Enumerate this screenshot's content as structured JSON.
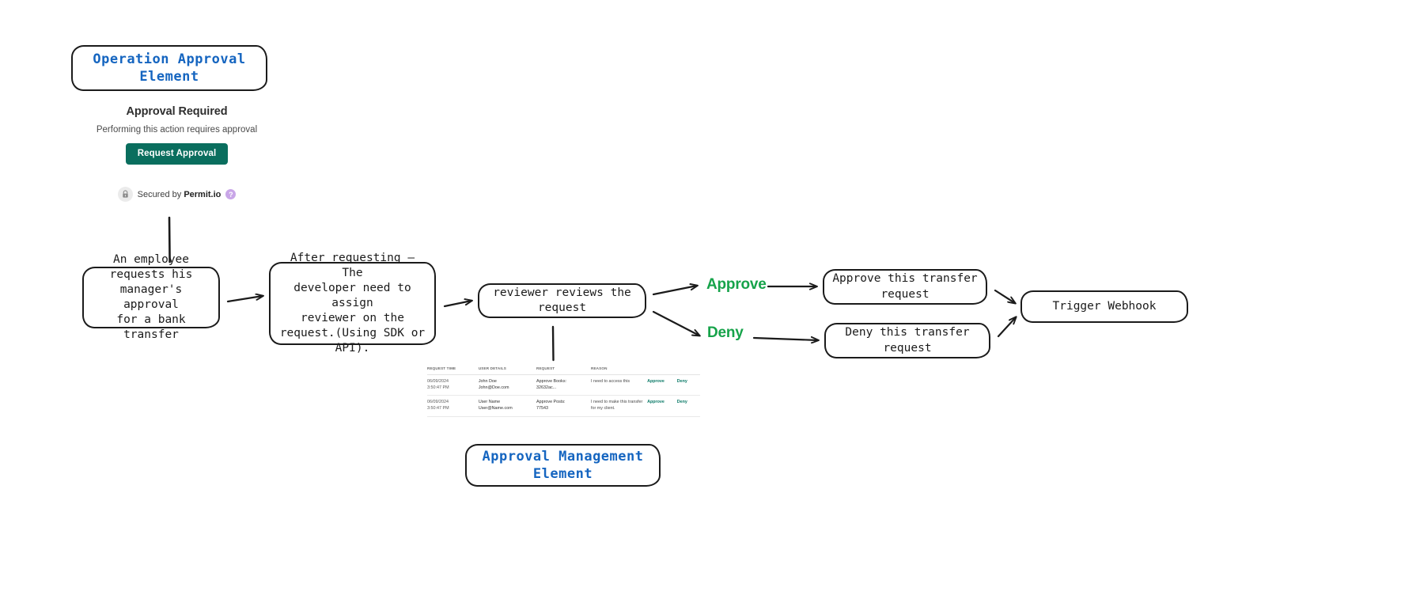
{
  "diagram": {
    "element_labels": {
      "operation": "Operation Approval Element",
      "approval_management": "Approval Management Element"
    },
    "accent_colors": {
      "element_label_blue": "#1565c0",
      "button_teal": "#0a6e5e",
      "branch_green": "#16a34a",
      "table_link_teal": "#0f7c6a",
      "help_badge_purple": "#c9a6e8",
      "stroke_black": "#1b1b1b"
    },
    "nodes": {
      "employee": "An employee\nrequests his\nmanager's approval\nfor a bank transfer",
      "after_request": "After requesting – The\ndeveloper need to assign\nreviewer on the\nrequest.(Using SDK or\nAPI).",
      "reviewer": "reviewer reviews the\nrequest",
      "approve_transfer": "Approve this transfer\nrequest",
      "deny_transfer": "Deny this transfer\nrequest",
      "webhook": "Trigger Webhook"
    },
    "branch_labels": {
      "approve": "Approve",
      "deny": "Deny"
    }
  },
  "permit_widget": {
    "title": "Approval Required",
    "subtitle": "Performing this action requires approval",
    "request_button": "Request Approval",
    "secured_prefix": "Secured by ",
    "secured_brand": "Permit.io",
    "help_glyph": "?"
  },
  "approval_table": {
    "columns": [
      "REQUEST TIME",
      "USER DETAILS",
      "REQUEST",
      "REASON",
      "",
      ""
    ],
    "rows": [
      {
        "time": "06/09/2024\n3:50:47 PM",
        "user": "John Doe\nJohn@Doe.com",
        "request": "Approve Books:\n32632ac...",
        "reason": "I need to access this",
        "approve": "Approve",
        "deny": "Deny"
      },
      {
        "time": "06/09/2024\n3:50:47 PM",
        "user": "User Name\nUser@Name.com",
        "request": "Approve Posts:\n77543",
        "reason": "I need to make this transfer for my client.",
        "approve": "Approve",
        "deny": "Deny"
      }
    ]
  }
}
